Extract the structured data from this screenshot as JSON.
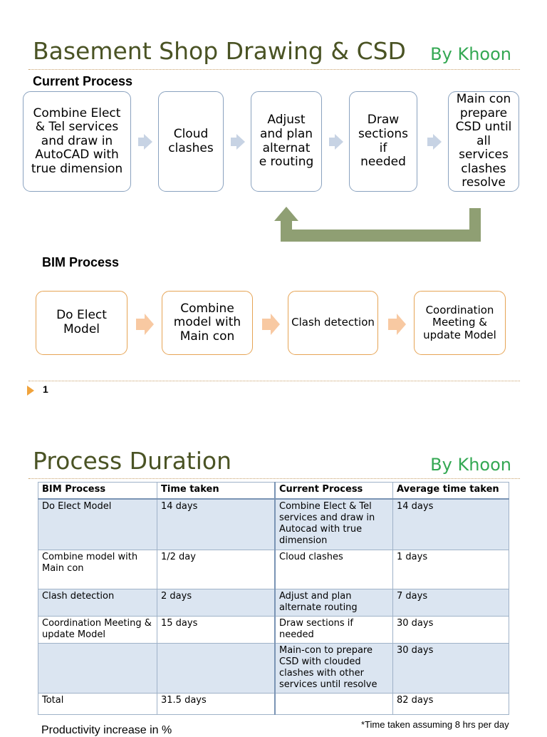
{
  "slide1": {
    "title": "Basement Shop Drawing & CSD",
    "author": "By Khoon",
    "current_label": "Current Process",
    "current_steps": [
      "Combine Elect & Tel services and draw in AutoCAD with true dimension",
      "Cloud clashes",
      "Adjust and plan alternat e routing",
      "Draw sections if needed",
      "Main con prepare CSD until all services clashes resolve"
    ],
    "bim_label": "BIM Process",
    "bim_steps": [
      "Do Elect Model",
      "Combine model with Main con",
      "Clash detection",
      "Coordination Meeting & update Model"
    ],
    "page_number": "1"
  },
  "slide2": {
    "title": "Process Duration",
    "author": "By Khoon",
    "table": {
      "headers": [
        "BIM Process",
        "Time taken",
        "Current Process",
        "Average time taken"
      ],
      "rows": [
        [
          "Do Elect Model",
          "14 days",
          "Combine Elect & Tel services and draw in Autocad with true dimension",
          "14 days"
        ],
        [
          "Combine model with Main con",
          "1/2 day",
          "Cloud clashes",
          "1 days"
        ],
        [
          "Clash detection",
          "2 days",
          "Adjust and plan alternate routing",
          "7 days"
        ],
        [
          "Coordination Meeting & update Model",
          "15 days",
          "Draw sections if needed",
          "30 days"
        ],
        [
          "",
          "",
          "Main-con to prepare CSD with clouded clashes with other services until resolve",
          "30 days"
        ],
        [
          "Total",
          "31.5 days",
          "",
          "82 days"
        ]
      ]
    },
    "footnote": "*Time taken assuming 8 hrs per day",
    "bottom_text": "Productivity increase in %"
  },
  "colors": {
    "title": "#4a5324",
    "author": "#34a853",
    "blue_border": "#8aa2bf",
    "orange_border": "#e6a455",
    "loop_arrow": "#8f9f73",
    "table_shade": "#dbe5f1"
  }
}
